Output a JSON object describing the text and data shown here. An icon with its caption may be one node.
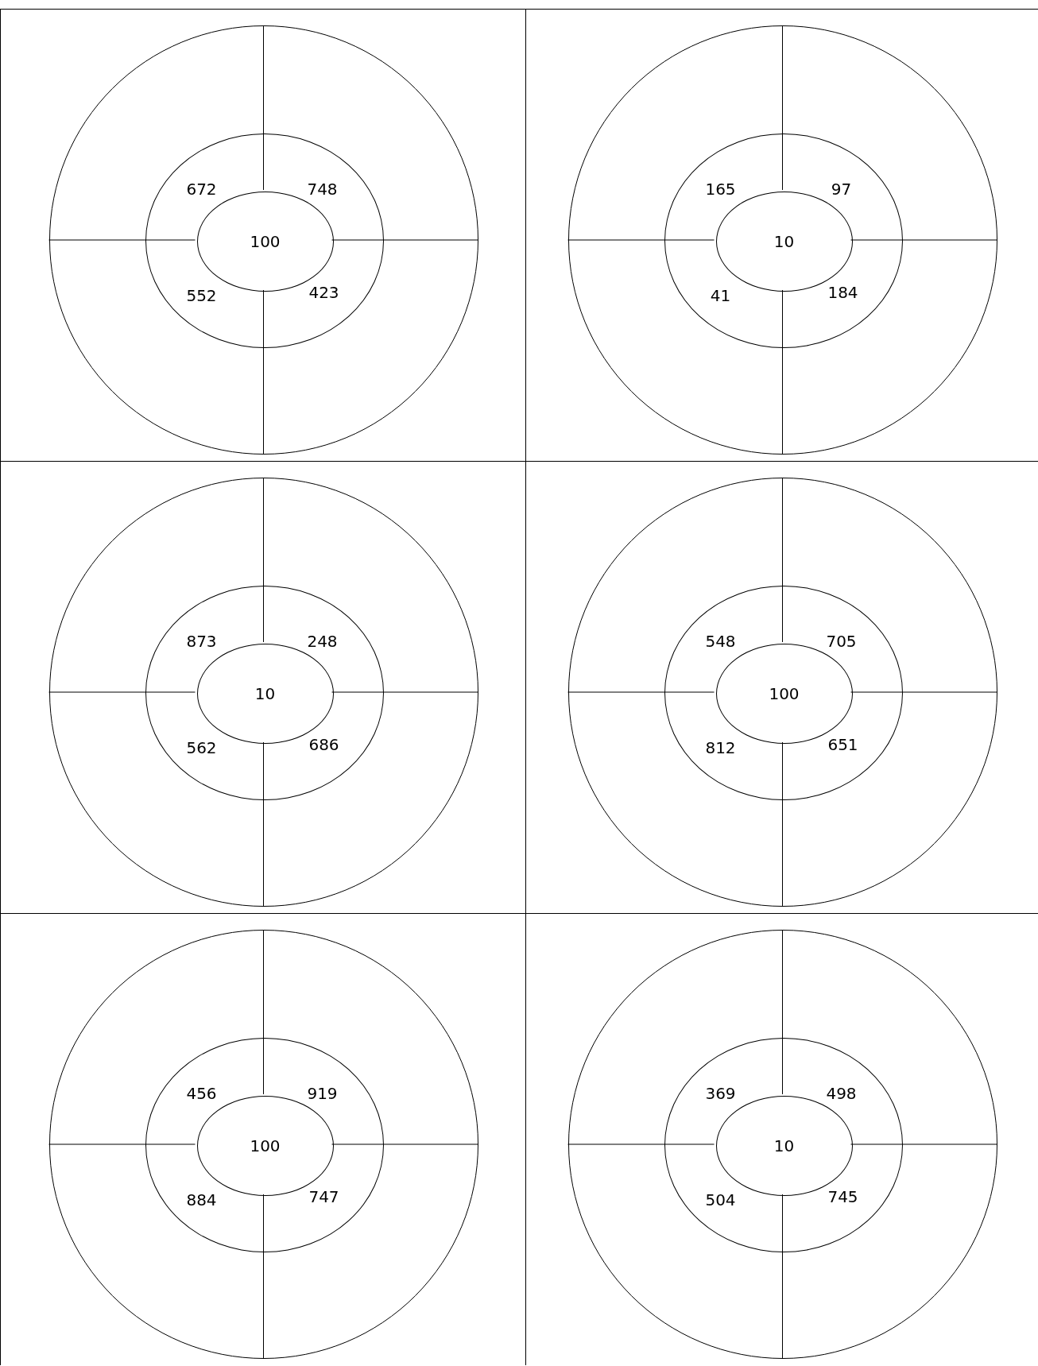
{
  "diagram": {
    "nodes": [
      {
        "text": [],
        "shape": "box"
      },
      {
        "text": [],
        "shape": "circle",
        "in": 0
      },
      {
        "text": [
          "672",
          "748",
          "552",
          "423"
        ],
        "in": 1
      },
      {
        "text": [
          "100"
        ],
        "in": 2
      },
      {
        "text": [],
        "shape": "box"
      },
      {
        "text": [],
        "shape": "circle",
        "in": 4
      },
      {
        "text": [
          "165",
          "97",
          "41",
          "184"
        ],
        "in": 5
      },
      {
        "text": [
          "10"
        ],
        "in": 6
      },
      {
        "text": [],
        "shape": "box"
      },
      {
        "text": [],
        "shape": "circle",
        "in": 8
      },
      {
        "text": [
          "873",
          "248",
          "562",
          "686"
        ],
        "in": 9
      },
      {
        "text": [
          "10"
        ],
        "in": 10
      },
      {
        "text": [],
        "shape": "box"
      },
      {
        "text": [],
        "shape": "circle",
        "in": 12
      },
      {
        "text": [
          "548",
          "705",
          "812",
          "651"
        ],
        "in": 13
      },
      {
        "text": [
          "100"
        ],
        "in": 14
      },
      {
        "text": [],
        "shape": "box"
      },
      {
        "text": [],
        "shape": "circle",
        "in": 16
      },
      {
        "text": [
          "456",
          "919",
          "884",
          "747"
        ],
        "in": 17
      },
      {
        "text": [
          "100"
        ],
        "in": 18
      },
      {
        "text": [],
        "shape": "box"
      },
      {
        "text": [],
        "shape": "circle",
        "in": 20
      },
      {
        "text": [
          "369",
          "498",
          "504",
          "745"
        ],
        "in": 21
      },
      {
        "text": [
          "10"
        ],
        "in": 22
      }
    ]
  }
}
